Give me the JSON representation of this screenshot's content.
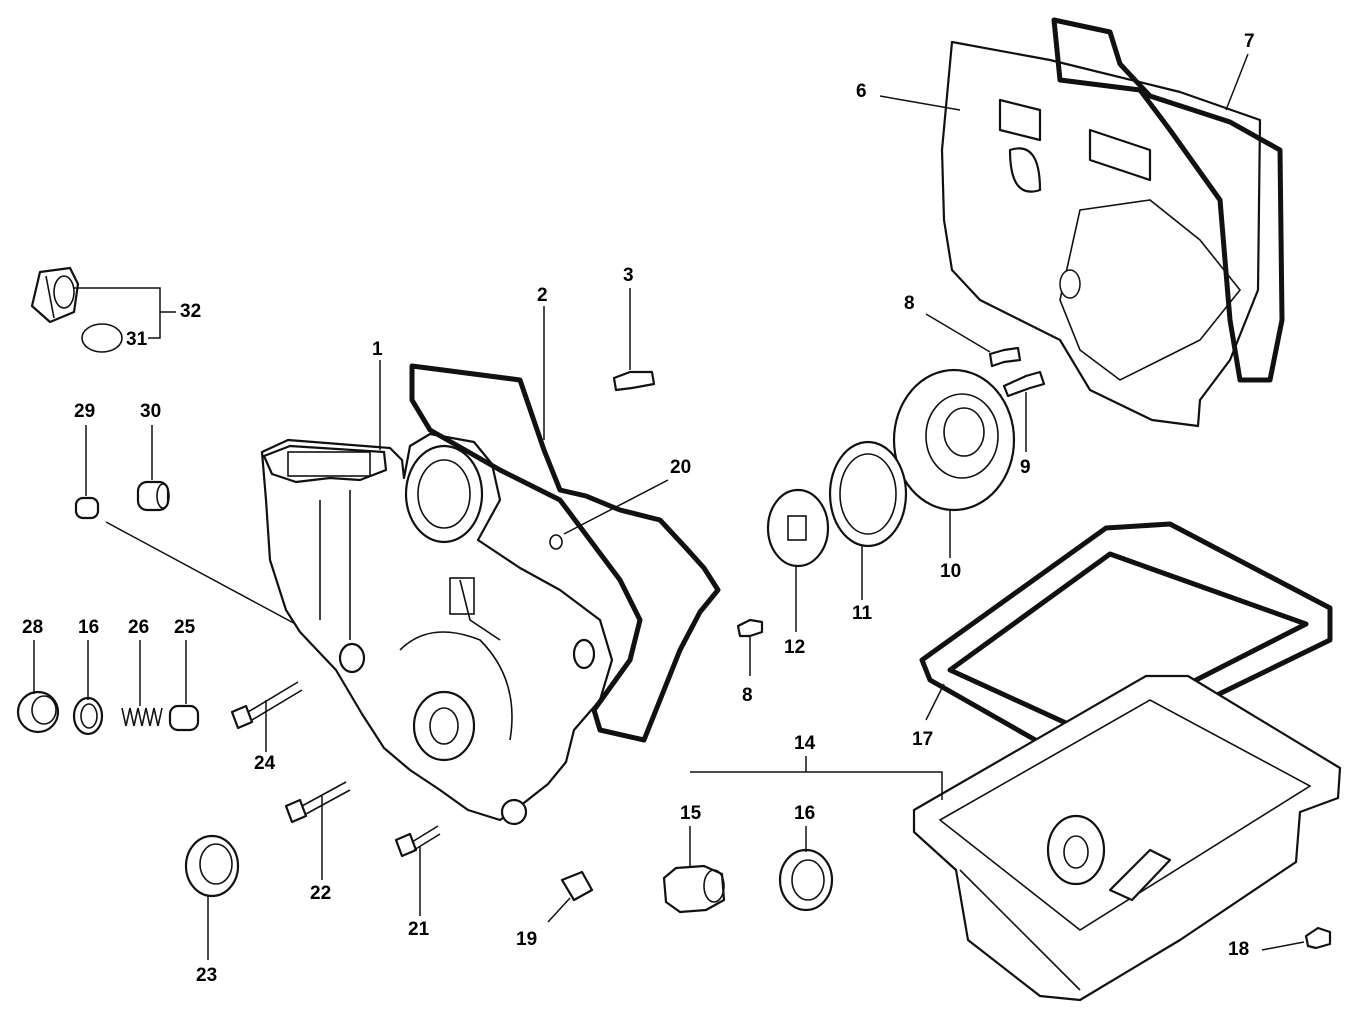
{
  "diagram": {
    "callouts": [
      {
        "id": "c1",
        "text": "1"
      },
      {
        "id": "c2",
        "text": "2"
      },
      {
        "id": "c3",
        "text": "3"
      },
      {
        "id": "c6",
        "text": "6"
      },
      {
        "id": "c7",
        "text": "7"
      },
      {
        "id": "c8a",
        "text": "8"
      },
      {
        "id": "c8b",
        "text": "8"
      },
      {
        "id": "c9",
        "text": "9"
      },
      {
        "id": "c10",
        "text": "10"
      },
      {
        "id": "c11",
        "text": "11"
      },
      {
        "id": "c12",
        "text": "12"
      },
      {
        "id": "c14",
        "text": "14"
      },
      {
        "id": "c15",
        "text": "15"
      },
      {
        "id": "c16a",
        "text": "16"
      },
      {
        "id": "c16b",
        "text": "16"
      },
      {
        "id": "c17",
        "text": "17"
      },
      {
        "id": "c18",
        "text": "18"
      },
      {
        "id": "c19",
        "text": "19"
      },
      {
        "id": "c20",
        "text": "20"
      },
      {
        "id": "c21",
        "text": "21"
      },
      {
        "id": "c22",
        "text": "22"
      },
      {
        "id": "c23",
        "text": "23"
      },
      {
        "id": "c24",
        "text": "24"
      },
      {
        "id": "c25",
        "text": "25"
      },
      {
        "id": "c26",
        "text": "26"
      },
      {
        "id": "c28",
        "text": "28"
      },
      {
        "id": "c29",
        "text": "29"
      },
      {
        "id": "c30",
        "text": "30"
      },
      {
        "id": "c31",
        "text": "31"
      },
      {
        "id": "c32",
        "text": "32"
      }
    ]
  }
}
